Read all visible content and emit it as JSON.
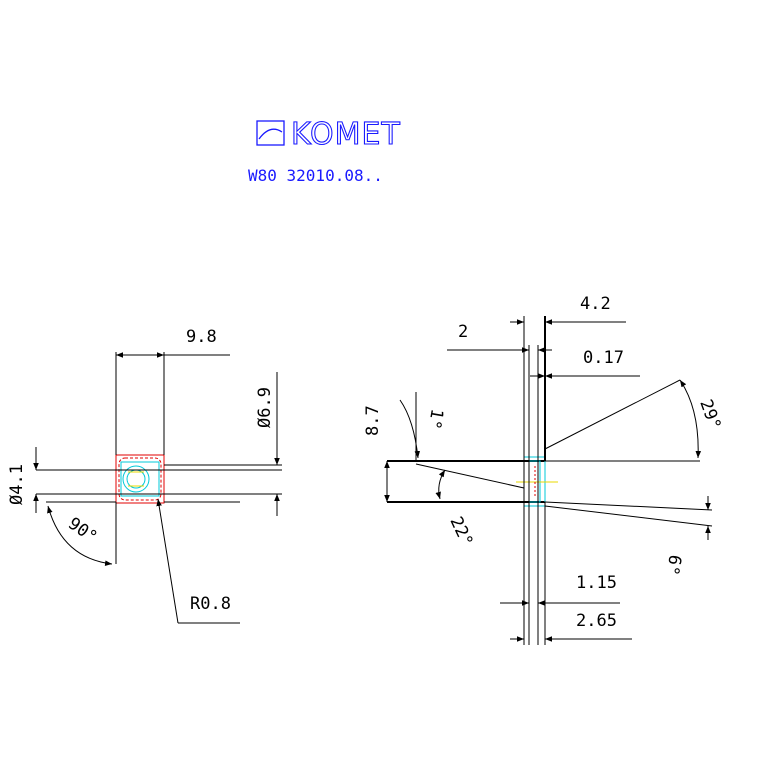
{
  "header": {
    "brand": "KOMET",
    "part_number": "W80  32010.08.."
  },
  "front_view": {
    "dim_width": "9.8",
    "dim_diameter_outer": "Ø6.9",
    "dim_diameter_inner": "Ø4.1",
    "angle": "90°",
    "radius": "R0.8"
  },
  "side_view": {
    "dim_overall": "4.2",
    "dim_land": "2",
    "dim_chamfer": "0.17",
    "dim_height": "8.7",
    "angle_top": "1°",
    "angle_rake": "29°",
    "angle_clearance": "22°",
    "angle_bottom": "6°",
    "dim_bottom_inner": "1.15",
    "dim_bottom_outer": "2.65"
  },
  "colors": {
    "brand": "#1a1aff",
    "outline": "#e00000",
    "hole": "#00c8d8",
    "center": "#e8d800"
  }
}
